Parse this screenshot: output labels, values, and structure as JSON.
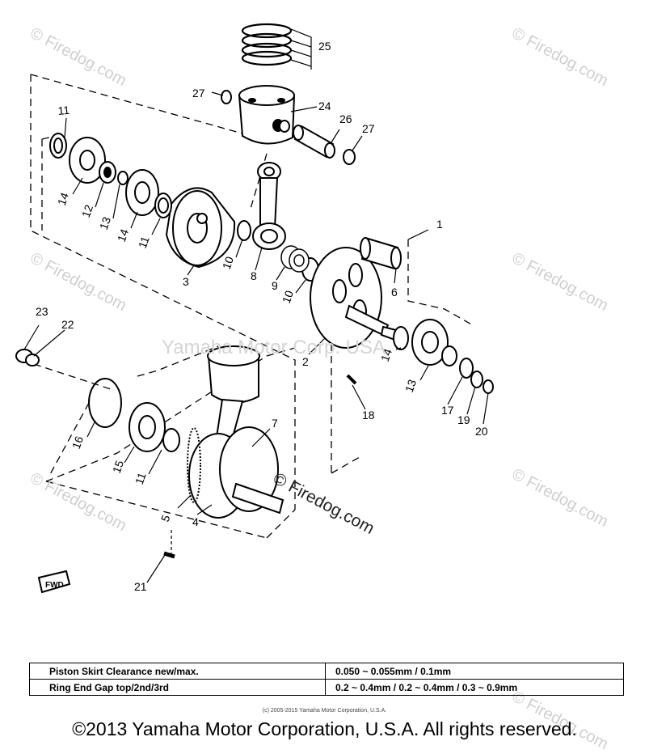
{
  "watermarks": {
    "firedog": "© Firedog.com",
    "center_text": "Yamaha Motor Corp. USA",
    "main": "© Firedog.com"
  },
  "callouts": [
    "25",
    "27",
    "24",
    "26",
    "27",
    "11",
    "14",
    "12",
    "13",
    "14",
    "11",
    "3",
    "10",
    "8",
    "9",
    "10",
    "1",
    "6",
    "2",
    "14",
    "13",
    "18",
    "17",
    "19",
    "20",
    "23",
    "22",
    "16",
    "15",
    "11",
    "7",
    "5",
    "4",
    "21"
  ],
  "fwd_label": "FWD",
  "specs": [
    {
      "label": "Piston Skirt Clearance new/max.",
      "value": "0.050 ~ 0.055mm / 0.1mm"
    },
    {
      "label": "Ring End Gap top/2nd/3rd",
      "value": "0.2 ~ 0.4mm / 0.2 ~ 0.4mm / 0.3 ~ 0.9mm"
    }
  ],
  "small_copyright": "(c) 2005-2015 Yamaha Motor Corporation, U.S.A.",
  "footer_copyright": "©2013 Yamaha Motor Corporation, U.S.A. All rights reserved."
}
